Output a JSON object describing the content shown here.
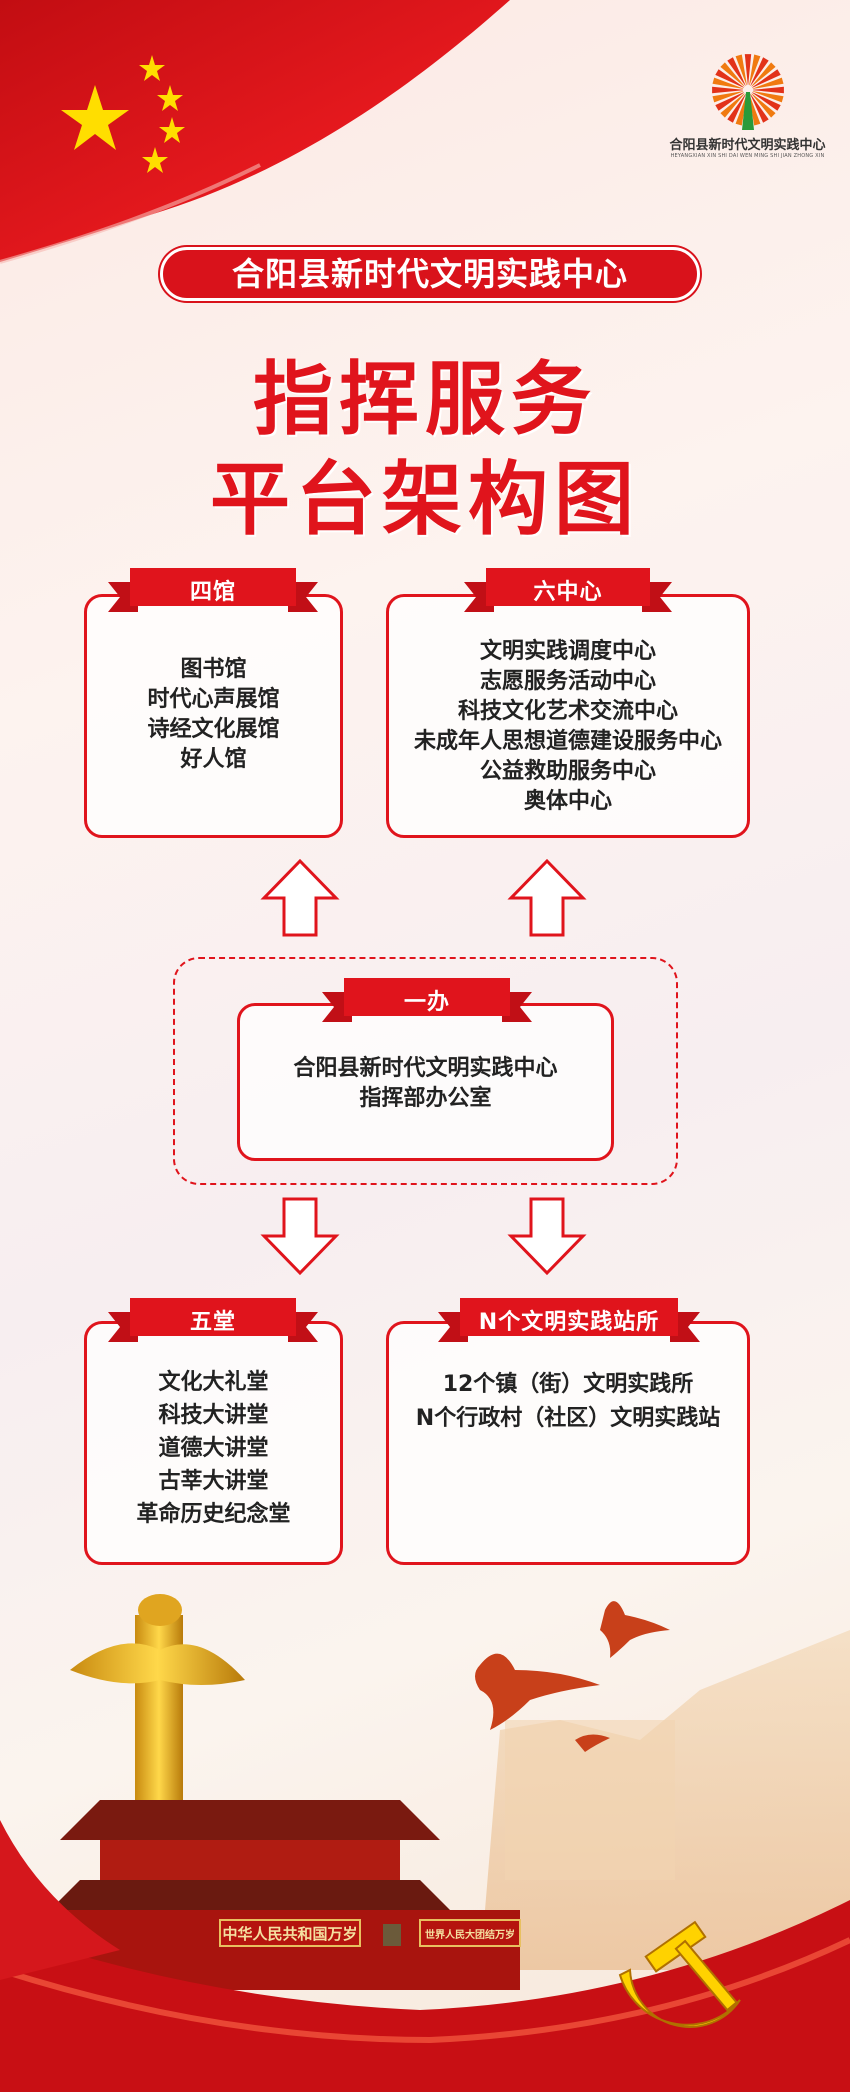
{
  "logo": {
    "name": "合阳县新时代文明实践中心",
    "pinyin": "HEYANGXIAN XIN SHI DAI WEN MING SHI JIAN ZHONG XIN",
    "icon": "sunburst-tree-logo"
  },
  "header": {
    "org": "合阳县新时代文明实践中心",
    "title_line1": "指挥服务",
    "title_line2": "平台架构图"
  },
  "boxes": {
    "siguan": {
      "label": "四馆",
      "items": [
        "图书馆",
        "时代心声展馆",
        "诗经文化展馆",
        "好人馆"
      ]
    },
    "liuzhongxin": {
      "label": "六中心",
      "items": [
        "文明实践调度中心",
        "志愿服务活动中心",
        "科技文化艺术交流中心",
        "未成年人思想道德建设服务中心",
        "公益救助服务中心",
        "奥体中心"
      ]
    },
    "yiban": {
      "label": "一办",
      "items": [
        "合阳县新时代文明实践中心",
        "指挥部办公室"
      ]
    },
    "wutang": {
      "label": "五堂",
      "items": [
        "文化大礼堂",
        "科技大讲堂",
        "道德大讲堂",
        "古莘大讲堂",
        "革命历史纪念堂"
      ]
    },
    "nstations": {
      "label": "N个文明实践站所",
      "items": [
        "12个镇（街）文明实践所",
        "N个行政村（社区）文明实践站"
      ]
    }
  },
  "footer": {
    "gate_left": "中华人民共和国万岁",
    "gate_right": "世界人民大团结万岁"
  },
  "colors": {
    "red": "#e0141c",
    "gold": "#f5c400"
  }
}
